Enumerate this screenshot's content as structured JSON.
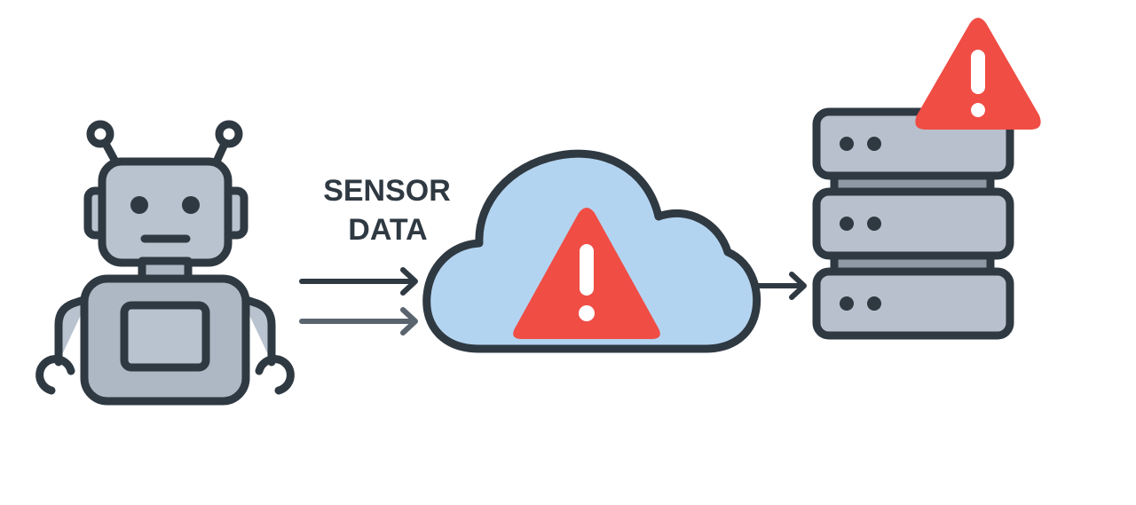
{
  "diagram": {
    "label_lines": [
      "SENSOR",
      "DATA"
    ]
  },
  "nodes": [
    {
      "id": "robot",
      "icon": "robot-icon"
    },
    {
      "id": "cloud",
      "icon": "cloud-icon"
    },
    {
      "id": "server",
      "icon": "server-stack-icon"
    }
  ],
  "edges": [
    {
      "from": "robot",
      "to": "cloud",
      "count": 2
    },
    {
      "from": "cloud",
      "to": "server",
      "count": 1
    }
  ],
  "alerts": [
    {
      "on": "cloud",
      "icon": "warning-triangle-icon",
      "symbol": "!"
    },
    {
      "on": "server",
      "icon": "warning-triangle-icon",
      "symbol": "!"
    }
  ],
  "colors": {
    "outline": "#2f3942",
    "robot_fill": "#b9c3cf",
    "robot_body": "#aeb8c4",
    "cloud_fill": "#b3d4f0",
    "server_fill": "#b7c0cc",
    "server_gap": "#8f99a6",
    "warning": "#f04d45",
    "warning_symbol": "#ffffff",
    "arrow": "#2f3942",
    "arrow_faded": "#5a646e",
    "background": "#ffffff"
  }
}
